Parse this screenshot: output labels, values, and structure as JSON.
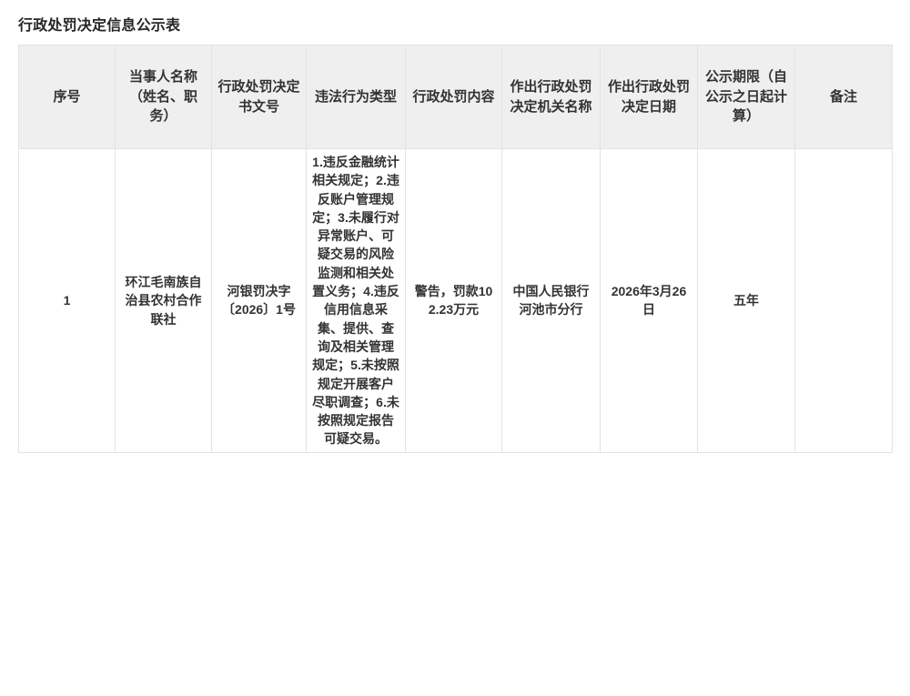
{
  "document": {
    "title": "行政处罚决定信息公示表"
  },
  "table": {
    "headers": [
      "序号",
      "当事人名称（姓名、职务）",
      "行政处罚决定书文号",
      "违法行为类型",
      "行政处罚内容",
      "作出行政处罚决定机关名称",
      "作出行政处罚决定日期",
      "公示期限（自公示之日起计算）",
      "备注"
    ],
    "rows": [
      {
        "index": "1",
        "party_name": "环江毛南族自治县农村合作联社",
        "decision_document_number": "河银罚决字〔2026〕1号",
        "violation_type": "1.违反金融统计相关规定；2.违反账户管理规定；3.未履行对异常账户、可疑交易的风险监测和相关处置义务；4.违反信用信息采集、提供、查询及相关管理规定；5.未按照规定开展客户尽职调查；6.未按照规定报告可疑交易。",
        "penalty_content": "警告，罚款102.23万元",
        "decision_authority": "中国人民银行河池市分行",
        "decision_date": "2026年3月26日",
        "disclosure_period": "五年",
        "remark": ""
      }
    ]
  },
  "theme": {
    "header_background": "#efefef",
    "border_color": "#e3e3e3",
    "text_color": "#333333",
    "title_color": "#262626",
    "body_background": "#ffffff"
  }
}
